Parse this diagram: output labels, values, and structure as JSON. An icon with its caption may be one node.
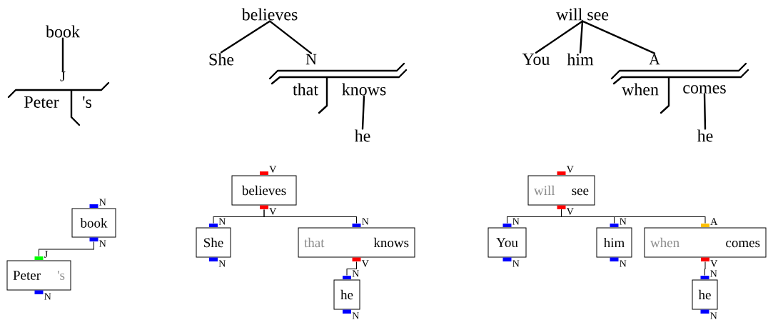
{
  "diagram": {
    "nodes": [
      {
        "text": [
          "book"
        ]
      },
      {
        "text": [
          "J"
        ]
      },
      {
        "text": [
          "Peter"
        ]
      },
      {
        "text": [
          "'s"
        ]
      },
      {
        "text": [
          "believes"
        ]
      },
      {
        "text": [
          "She"
        ]
      },
      {
        "text": [
          "N"
        ]
      },
      {
        "text": [
          "that"
        ]
      },
      {
        "text": [
          "knows"
        ]
      },
      {
        "text": [
          "he"
        ]
      },
      {
        "text": [
          "will see"
        ]
      },
      {
        "text": [
          "You"
        ]
      },
      {
        "text": [
          "him"
        ]
      },
      {
        "text": [
          "A"
        ]
      },
      {
        "text": [
          "when"
        ]
      },
      {
        "text": [
          "comes"
        ]
      },
      {
        "text": [
          "he"
        ]
      },
      {
        "text": [
          "book"
        ],
        "beside": [
          "N",
          "N"
        ]
      },
      {
        "text": [
          "Peter",
          "'s"
        ],
        "beside": [
          "J",
          "N"
        ]
      },
      {
        "text": [
          "believes"
        ],
        "beside": [
          "V",
          "V"
        ]
      },
      {
        "text": [
          "She"
        ],
        "beside": [
          "N",
          "N"
        ]
      },
      {
        "text": [
          "that",
          "knows"
        ],
        "beside": [
          "N",
          "V"
        ]
      },
      {
        "text": [
          "he"
        ],
        "beside": [
          "N",
          "N"
        ]
      },
      {
        "text": [
          "will",
          "see"
        ],
        "beside": [
          "V",
          "V"
        ]
      },
      {
        "text": [
          "You"
        ],
        "beside": [
          "N",
          "N"
        ]
      },
      {
        "text": [
          "him"
        ],
        "beside": [
          "N",
          "N"
        ]
      },
      {
        "text": [
          "when",
          "comes"
        ],
        "beside": [
          "A",
          "V"
        ]
      },
      {
        "text": [
          "he"
        ],
        "beside": [
          "N",
          "N"
        ]
      }
    ],
    "edges": [
      {
        "from": 0,
        "to": 1,
        "arrow": "none"
      },
      {
        "from": 4,
        "to": 5,
        "arrow": "none"
      },
      {
        "from": 4,
        "to": 6,
        "arrow": "none"
      },
      {
        "from": 8,
        "to": 9,
        "arrow": "none"
      },
      {
        "from": 10,
        "to": 11,
        "arrow": "none"
      },
      {
        "from": 10,
        "to": 12,
        "arrow": "none"
      },
      {
        "from": 10,
        "to": 13,
        "arrow": "none"
      },
      {
        "from": 15,
        "to": 16,
        "arrow": "none"
      },
      {
        "from": 17,
        "to": 18,
        "arrow": "none"
      },
      {
        "from": 19,
        "to": 20,
        "arrow": "none"
      },
      {
        "from": 19,
        "to": 21,
        "arrow": "none"
      },
      {
        "from": 21,
        "to": 22,
        "arrow": "none"
      },
      {
        "from": 23,
        "to": 24,
        "arrow": "none"
      },
      {
        "from": 23,
        "to": 25,
        "arrow": "none"
      },
      {
        "from": 23,
        "to": 26,
        "arrow": "none"
      },
      {
        "from": 26,
        "to": 27,
        "arrow": "none"
      }
    ]
  }
}
